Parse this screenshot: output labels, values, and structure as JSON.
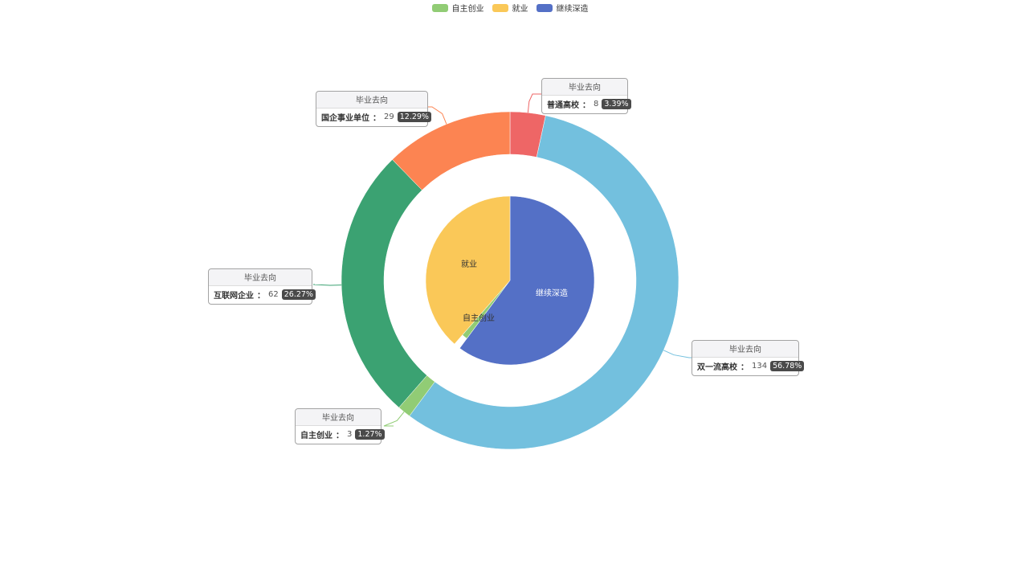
{
  "legend": [
    {
      "name": "自主创业",
      "color": "#91cc75"
    },
    {
      "name": "就业",
      "color": "#fac858"
    },
    {
      "name": "继续深造",
      "color": "#5470c6"
    }
  ],
  "chart_data": {
    "type": "pie",
    "title": "",
    "inner": {
      "categories": [
        "自主创业",
        "就业",
        "继续深造"
      ],
      "values": [
        3,
        91,
        142
      ],
      "colors": [
        "#91cc75",
        "#fac858",
        "#5470c6"
      ]
    },
    "outer": {
      "header": "毕业去向",
      "slices": [
        {
          "name": "普通高校",
          "value": 8,
          "percent": "3.39%",
          "color": "#ee6666"
        },
        {
          "name": "双一流高校",
          "value": 134,
          "percent": "56.78%",
          "color": "#73c0de"
        },
        {
          "name": "自主创业",
          "value": 3,
          "percent": "1.27%",
          "color": "#91cc75"
        },
        {
          "name": "互联网企业",
          "value": 62,
          "percent": "26.27%",
          "color": "#3ba272"
        },
        {
          "name": "国企事业单位",
          "value": 29,
          "percent": "12.29%",
          "color": "#fc8452"
        }
      ]
    }
  }
}
